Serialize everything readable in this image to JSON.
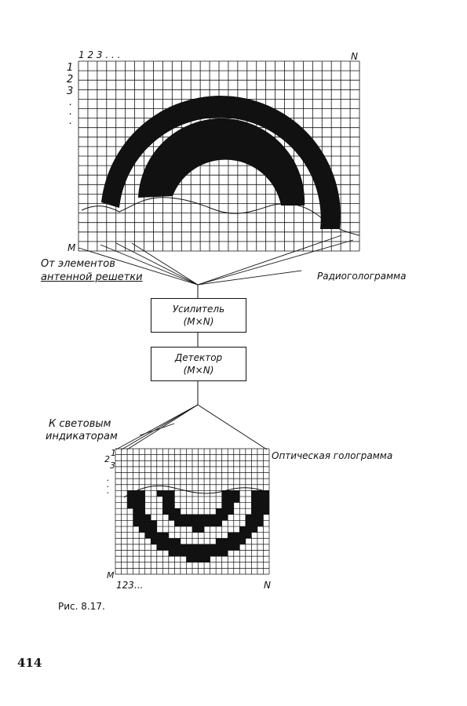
{
  "top_grid": {
    "col_start_label": "1 2 3 . . .",
    "col_end_label": "N",
    "row_labels": [
      "1",
      "2",
      "3",
      ".",
      ".",
      "."
    ],
    "row_end_label": "M",
    "caption_right": "Радиоголограмма"
  },
  "left_label": {
    "line1": "От элементов",
    "line2": "антенной решетки"
  },
  "amplifier": {
    "name": "Усилитель",
    "size": "(M×N)"
  },
  "detector": {
    "name": "Детектор",
    "size": "(M×N)"
  },
  "indicators_label": {
    "line1": "К световым",
    "line2": "индикаторам"
  },
  "bottom_grid": {
    "row_labels": [
      "1",
      "2",
      "3",
      ".",
      ".",
      "."
    ],
    "row_end_label": "M",
    "col_start_label": "123...",
    "col_end_label": "N",
    "caption_right": "Оптическая голограмма"
  },
  "figure_caption": "Рис. 8.17.",
  "page_number": "414",
  "colors": {
    "ink": "#111111",
    "paper": "#ffffff"
  }
}
